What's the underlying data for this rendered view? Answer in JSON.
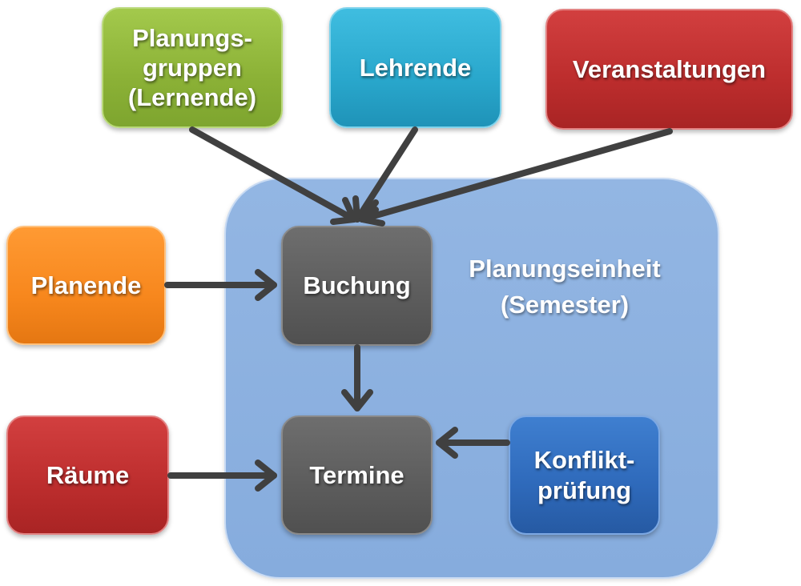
{
  "nodes": {
    "planungsgruppen": {
      "lines": [
        "Planungs-",
        "gruppen",
        "(Lernende)"
      ]
    },
    "lehrende": {
      "label": "Lehrende"
    },
    "veranstaltungen": {
      "label": "Veranstaltungen"
    },
    "planende": {
      "label": "Planende"
    },
    "raeume": {
      "label": "Räume"
    },
    "buchung": {
      "label": "Buchung"
    },
    "termine": {
      "label": "Termine"
    },
    "konfliktpruefung": {
      "lines": [
        "Konflikt-",
        "prüfung"
      ]
    }
  },
  "container": {
    "lines": [
      "Planungseinheit",
      "(Semester)"
    ]
  },
  "edges": [
    {
      "from": "Planungsgruppen (Lernende)",
      "to": "Buchung"
    },
    {
      "from": "Lehrende",
      "to": "Buchung"
    },
    {
      "from": "Veranstaltungen",
      "to": "Buchung"
    },
    {
      "from": "Planende",
      "to": "Buchung"
    },
    {
      "from": "Buchung",
      "to": "Termine"
    },
    {
      "from": "Räume",
      "to": "Termine"
    },
    {
      "from": "Konfliktprüfung",
      "to": "Termine"
    }
  ],
  "colors": {
    "planungsgruppen": "#8bb136",
    "lehrende": "#29a7cc",
    "veranstaltungen": "#bc2d2d",
    "planende": "#f7871d",
    "raeume": "#bc2d2d",
    "buchung": "#5c5c5c",
    "termine": "#5c5c5c",
    "konfliktpruefung": "#2e69ba",
    "container": "#8cb1e0",
    "arrow": "#404040"
  }
}
